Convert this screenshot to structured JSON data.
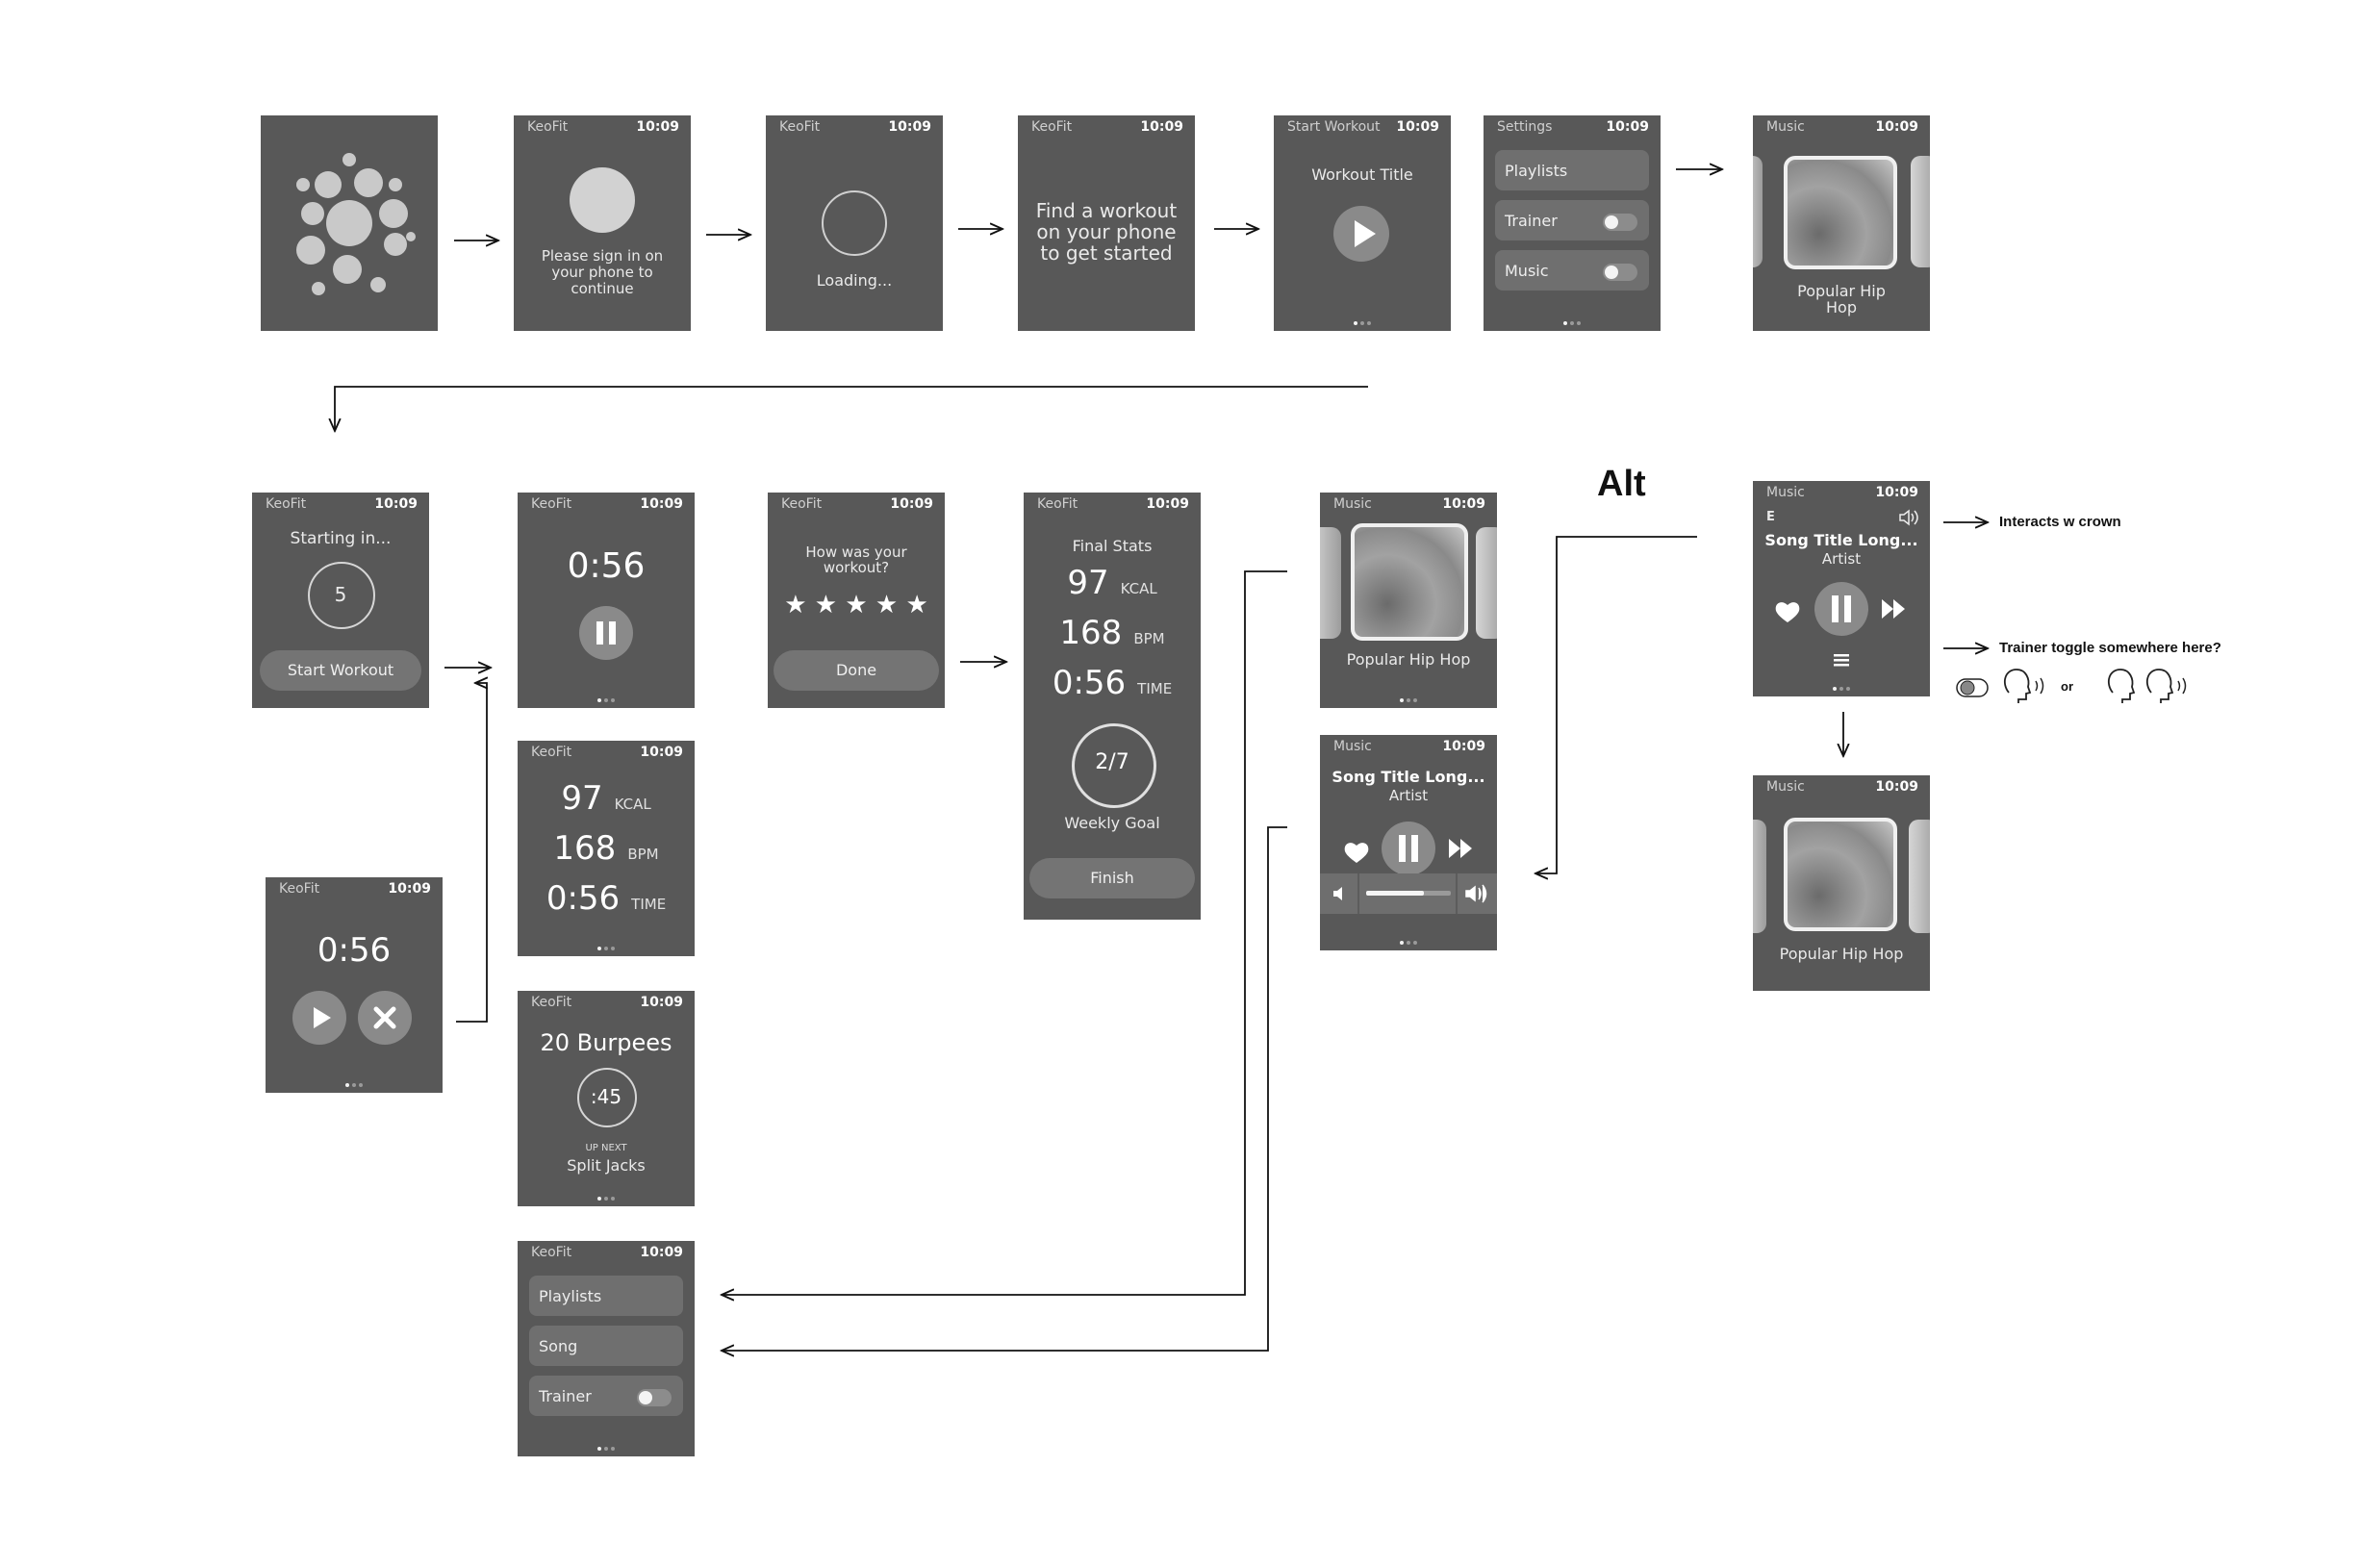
{
  "app_name": "KeoFit",
  "time": "10:09",
  "screens": {
    "signin": {
      "message": "Please sign in on your phone to continue"
    },
    "loading": {
      "label": "Loading..."
    },
    "find": {
      "message": "Find a workout on your phone to get started"
    },
    "start_workout": {
      "header": "Start Workout",
      "title": "Workout Title"
    },
    "settings": {
      "header": "Settings",
      "items": [
        "Playlists",
        "Trainer",
        "Music"
      ]
    },
    "music_top": {
      "header": "Music",
      "playlist": "Popular Hip Hop"
    },
    "countdown": {
      "title": "Starting in...",
      "count": "5",
      "button": "Start Workout"
    },
    "timer": {
      "time": "0:56"
    },
    "stats": {
      "kcal": "97",
      "kcal_unit": "KCAL",
      "bpm": "168",
      "bpm_unit": "BPM",
      "time": "0:56",
      "time_unit": "TIME"
    },
    "exercise": {
      "title": "20 Burpees",
      "seconds": ":45",
      "up_next": "UP NEXT",
      "next": "Split Jacks"
    },
    "workout_menu": {
      "items": [
        "Playlists",
        "Song",
        "Trainer"
      ]
    },
    "paused": {
      "time": "0:56"
    },
    "rating": {
      "question": "How was your workout?",
      "stars": "★ ★ ★ ★ ★",
      "button": "Done"
    },
    "final": {
      "title": "Final Stats",
      "kcal": "97",
      "bpm": "168",
      "time": "0:56",
      "units": [
        "KCAL",
        "BPM",
        "TIME"
      ],
      "goal": "2/7",
      "goal_label": "Weekly Goal",
      "button": "Finish"
    },
    "music_playlist": {
      "header": "Music",
      "playlist": "Popular Hip Hop"
    },
    "now_playing": {
      "header": "Music",
      "song": "Song Title Long...",
      "artist": "Artist"
    },
    "alt_player": {
      "header": "Music",
      "explicit": "E",
      "song": "Song Title Long...",
      "artist": "Artist"
    },
    "alt_playlist": {
      "header": "Music",
      "playlist": "Popular Hip Hop"
    }
  },
  "annotations": {
    "alt": "Alt",
    "crown": "Interacts w crown",
    "trainer": "Trainer toggle somewhere here?",
    "or": "or"
  }
}
